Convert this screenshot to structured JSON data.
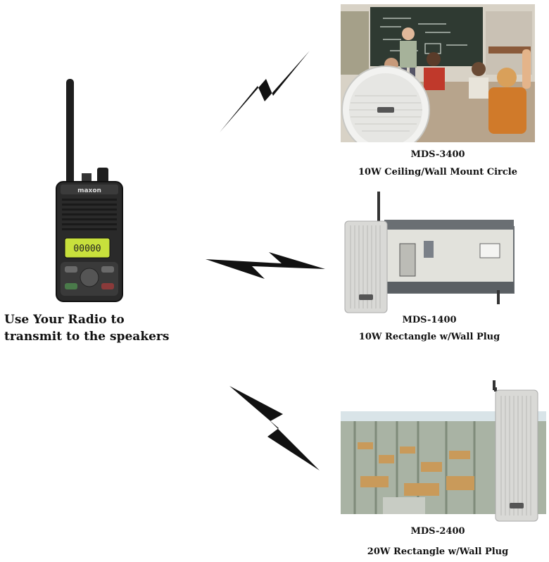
{
  "radio": {
    "brand": "maxon",
    "display": "00000",
    "caption_line1": "Use Your Radio to",
    "caption_line2": "transmit to the speakers"
  },
  "speakers": [
    {
      "model": "MDS-3400",
      "description": "10W Ceiling/Wall Mount Circle"
    },
    {
      "model": "MDS-1400",
      "description": "10W Rectangle w/Wall Plug"
    },
    {
      "model": "MDS-2400",
      "description": "20W Rectangle w/Wall Plug"
    }
  ],
  "colors": {
    "bolt": "#111111",
    "chalkboard": "#2f3a32",
    "radio_body": "#2a2a2a",
    "lcd": "#c8e03c",
    "speaker": "#d9d9d6",
    "trailer": "#6a6f73",
    "warehouse": "#a9b3a4"
  }
}
